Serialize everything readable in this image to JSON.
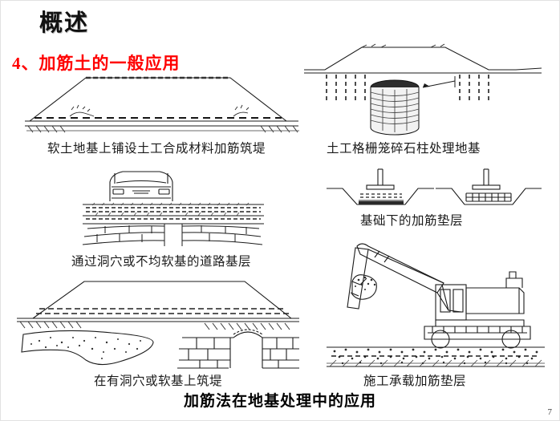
{
  "slide": {
    "title": "概述",
    "section_heading": "4、加筋土的一般应用",
    "bottom_caption": "加筋法在地基处理中的应用",
    "page_number": "7",
    "heading_color": "#ff0000",
    "title_color": "#111111",
    "background_color": "#ffffff"
  },
  "figures": [
    {
      "id": "fig-soft-soil-embankment",
      "caption": "软土地基上铺设土工合成材料加筋筑堤",
      "icon": "embankment-with-basal-reinforcement-icon"
    },
    {
      "id": "fig-geogrid-stone-column",
      "caption": "土工格栅笼碎石柱处理地基",
      "icon": "geogrid-encased-stone-column-icon"
    },
    {
      "id": "fig-road-base-over-cavity",
      "caption": "通过洞穴或不均软基的道路基层",
      "icon": "car-on-reinforced-roadbase-icon"
    },
    {
      "id": "fig-foundation-cushion",
      "caption": "基础下的加筋垫层",
      "icon": "reinforced-cushion-under-footing-icon"
    },
    {
      "id": "fig-embankment-over-cavity",
      "caption": "在有洞穴或软基上筑堤",
      "icon": "embankment-over-cavity-icon"
    },
    {
      "id": "fig-construction-platform",
      "caption": "施工承载加筋垫层",
      "icon": "excavator-on-reinforced-platform-icon"
    }
  ]
}
